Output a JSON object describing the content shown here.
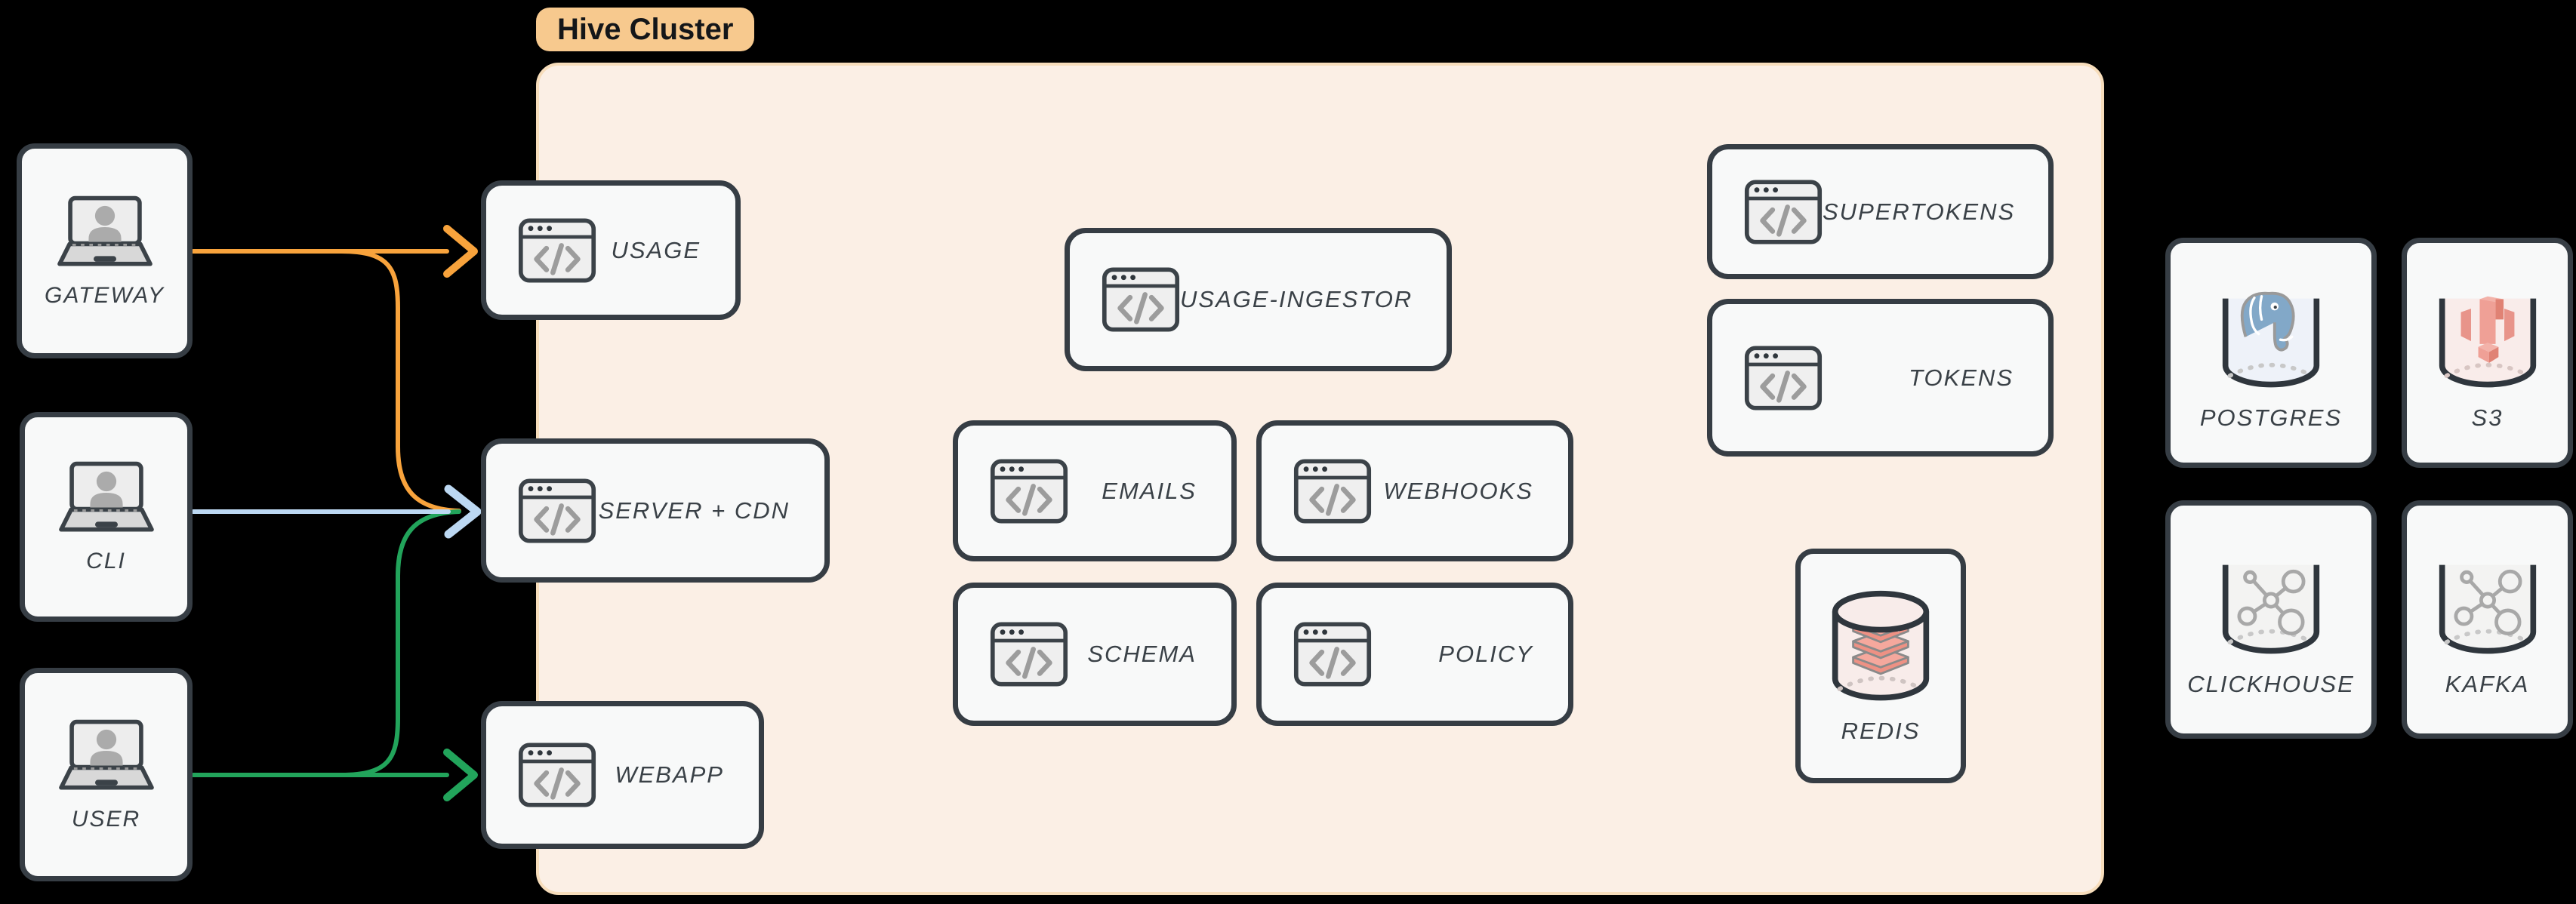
{
  "title": {
    "cluster_label": "Hive Cluster"
  },
  "colors": {
    "background": "#000000",
    "cluster_bg": "#FBEFE5",
    "cluster_border": "#F7DDBB",
    "cluster_label_bg": "#F7C98E",
    "node_bg": "#F8F9F9",
    "node_border": "#363D44",
    "text": "#3A4147",
    "icon_gray": "#9C9C9C",
    "arrow_orange": "#F8A33C",
    "arrow_blue": "#BCD8F2",
    "arrow_green": "#22A45B"
  },
  "clients": {
    "gateway": {
      "label": "GATEWAY"
    },
    "cli": {
      "label": "CLI"
    },
    "user": {
      "label": "USER"
    }
  },
  "services": {
    "usage": {
      "label": "USAGE"
    },
    "server_cdn": {
      "label": "SERVER + CDN"
    },
    "webapp": {
      "label": "WEBAPP"
    },
    "usage_ingestor": {
      "label": "USAGE-INGESTOR"
    },
    "emails": {
      "label": "EMAILS"
    },
    "webhooks": {
      "label": "WEBHOOKS"
    },
    "schema": {
      "label": "SCHEMA"
    },
    "policy": {
      "label": "POLICY"
    },
    "supertokens": {
      "label": "SUPERTOKENS"
    },
    "tokens": {
      "label": "TOKENS"
    },
    "redis": {
      "label": "REDIS"
    }
  },
  "datastores": {
    "postgres": {
      "label": "POSTGRES"
    },
    "s3": {
      "label": "S3"
    },
    "clickhouse": {
      "label": "CLICKHOUSE"
    },
    "kafka": {
      "label": "KAFKA"
    }
  },
  "edges": [
    {
      "from": "GATEWAY",
      "to": "USAGE",
      "color": "#F8A33C"
    },
    {
      "from": "GATEWAY",
      "to": "SERVER + CDN",
      "color": "#F8A33C"
    },
    {
      "from": "CLI",
      "to": "SERVER + CDN",
      "color": "#BCD8F2"
    },
    {
      "from": "USER",
      "to": "SERVER + CDN",
      "color": "#22A45B"
    },
    {
      "from": "USER",
      "to": "WEBAPP",
      "color": "#22A45B"
    }
  ]
}
